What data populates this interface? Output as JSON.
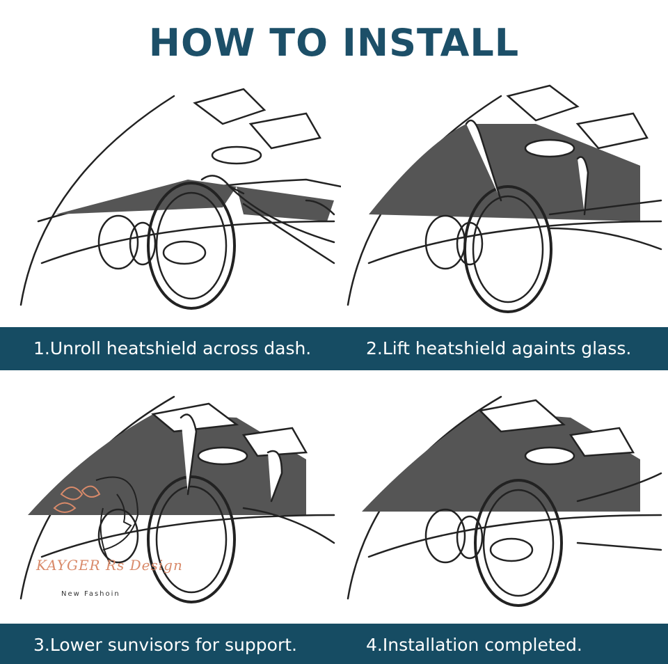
{
  "title": "HOW TO INSTALL",
  "steps": [
    {
      "caption": "1.Unroll heatshield across dash.",
      "shield": "rolled"
    },
    {
      "caption": "2.Lift heatshield againts glass.",
      "shield": "lifting"
    },
    {
      "caption": "3.Lower sunvisors for support.",
      "shield": "visors"
    },
    {
      "caption": "4.Installation completed.",
      "shield": "complete"
    }
  ],
  "watermark": {
    "brand": "KAYGER",
    "brand_suffix": "Rs Design",
    "tagline": "New Fashoin"
  },
  "colors": {
    "band": "#164c63",
    "title": "#1c4f68",
    "shield": "#555555",
    "line": "#222222"
  }
}
